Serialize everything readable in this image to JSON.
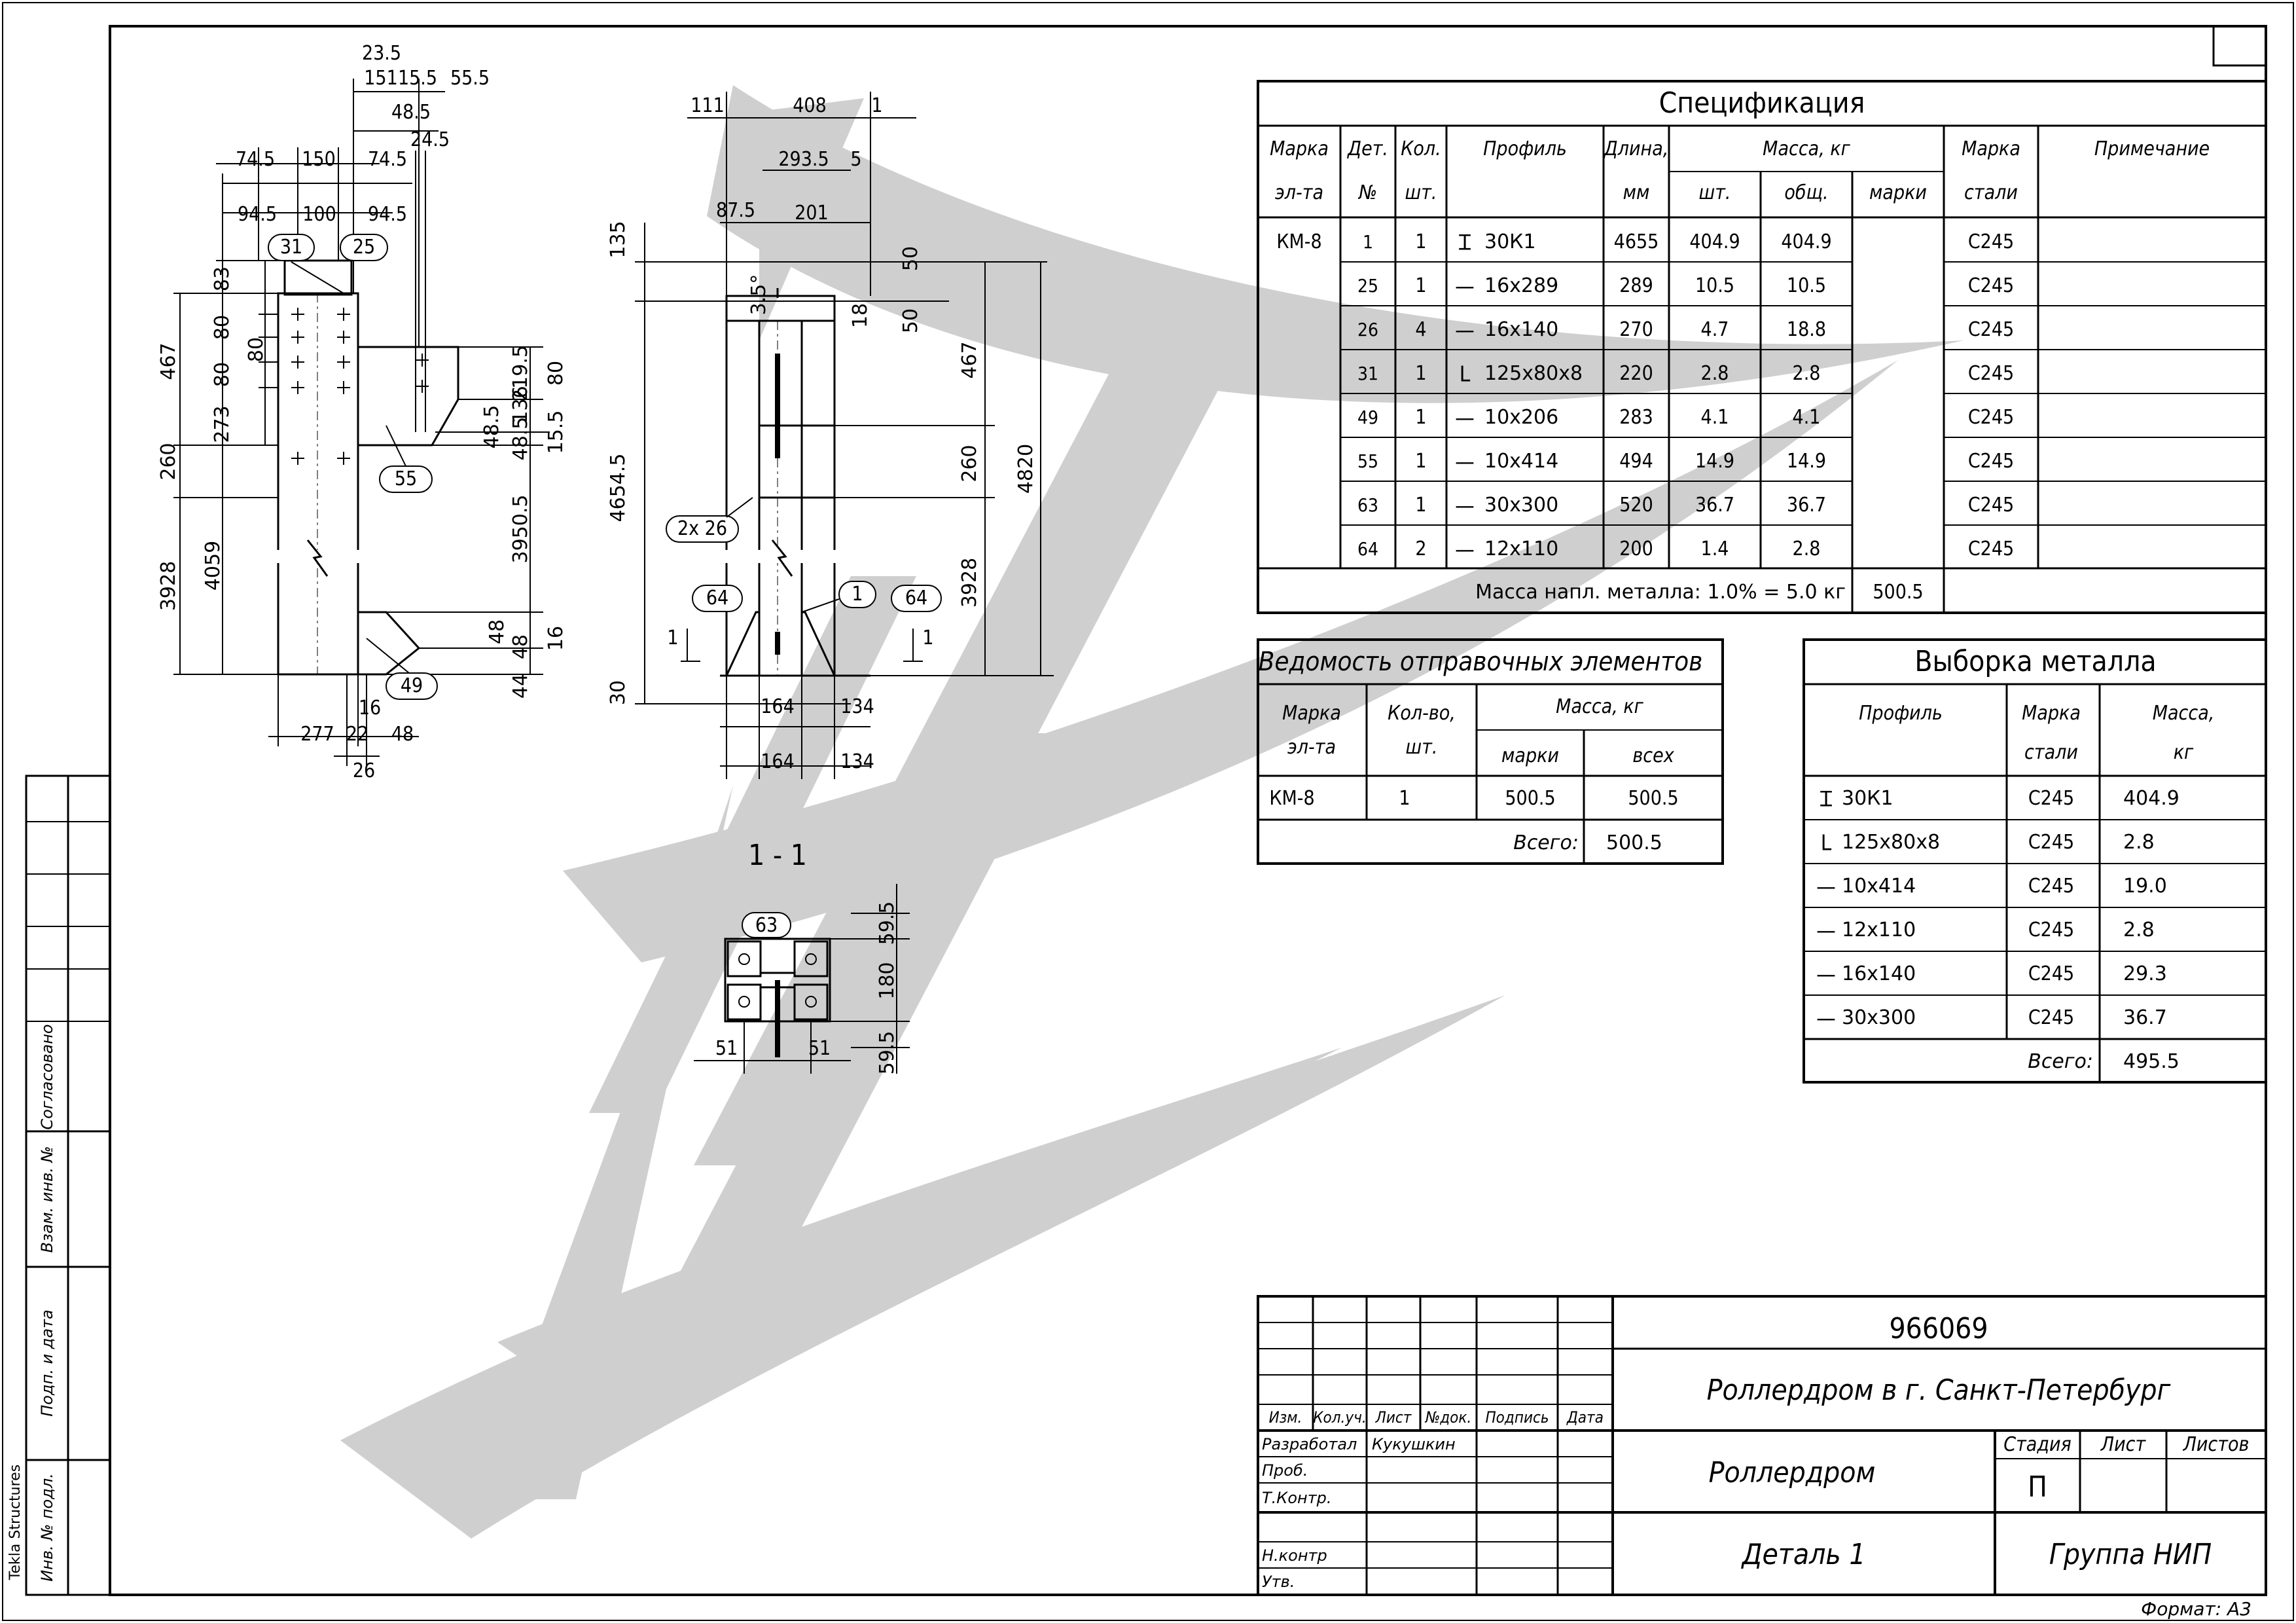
{
  "spec": {
    "title": "Спецификация",
    "headers": {
      "mark1": "Марка",
      "mark2": "эл-та",
      "det1": "Дет.",
      "det2": "№",
      "qty1": "Кол.",
      "qty2": "шт.",
      "profile": "Профиль",
      "length1": "Длина,",
      "length2": "мм",
      "mass": "Масса, кг",
      "mass_pc": "шт.",
      "mass_total": "общ.",
      "mass_mark": "марки",
      "steel1": "Марка",
      "steel2": "стали",
      "note": "Примечание"
    },
    "mark": "КМ-8",
    "rows": [
      {
        "det": "1",
        "qty": "1",
        "sym": "Ɪ",
        "profile": "30К1",
        "length": "4655",
        "pc": "404.9",
        "total": "404.9",
        "steel": "С245"
      },
      {
        "det": "25",
        "qty": "1",
        "sym": "—",
        "profile": "16x289",
        "length": "289",
        "pc": "10.5",
        "total": "10.5",
        "steel": "С245"
      },
      {
        "det": "26",
        "qty": "4",
        "sym": "—",
        "profile": "16x140",
        "length": "270",
        "pc": "4.7",
        "total": "18.8",
        "steel": "С245"
      },
      {
        "det": "31",
        "qty": "1",
        "sym": "L",
        "profile": "125x80x8",
        "length": "220",
        "pc": "2.8",
        "total": "2.8",
        "steel": "С245"
      },
      {
        "det": "49",
        "qty": "1",
        "sym": "—",
        "profile": "10x206",
        "length": "283",
        "pc": "4.1",
        "total": "4.1",
        "steel": "С245"
      },
      {
        "det": "55",
        "qty": "1",
        "sym": "—",
        "profile": "10x414",
        "length": "494",
        "pc": "14.9",
        "total": "14.9",
        "steel": "С245"
      },
      {
        "det": "63",
        "qty": "1",
        "sym": "—",
        "profile": "30x300",
        "length": "520",
        "pc": "36.7",
        "total": "36.7",
        "steel": "С245"
      },
      {
        "det": "64",
        "qty": "2",
        "sym": "—",
        "profile": "12x110",
        "length": "200",
        "pc": "1.4",
        "total": "2.8",
        "steel": "С245"
      }
    ],
    "weld_label": "Масса напл. металла: 1.0% = 5.0 кг",
    "mark_total": "500.5"
  },
  "shipping": {
    "title": "Ведомость отправочных элементов",
    "h_mark1": "Марка",
    "h_mark2": "эл-та",
    "h_qty1": "Кол-во,",
    "h_qty2": "шт.",
    "h_mass": "Масса, кг",
    "h_one": "марки",
    "h_all": "всех",
    "row": {
      "mark": "КМ-8",
      "qty": "1",
      "one": "500.5",
      "all": "500.5"
    },
    "total_label": "Всего:",
    "total": "500.5"
  },
  "metal": {
    "title": "Выборка металла",
    "h_profile": "Профиль",
    "h_steel1": "Марка",
    "h_steel2": "стали",
    "h_mass1": "Масса,",
    "h_mass2": "кг",
    "rows": [
      {
        "sym": "Ɪ",
        "profile": "30К1",
        "steel": "С245",
        "mass": "404.9"
      },
      {
        "sym": "L",
        "profile": "125x80x8",
        "steel": "С245",
        "mass": "2.8"
      },
      {
        "sym": "—",
        "profile": "10x414",
        "steel": "С245",
        "mass": "19.0"
      },
      {
        "sym": "—",
        "profile": "12x110",
        "steel": "С245",
        "mass": "2.8"
      },
      {
        "sym": "—",
        "profile": "16x140",
        "steel": "С245",
        "mass": "29.3"
      },
      {
        "sym": "—",
        "profile": "30x300",
        "steel": "С245",
        "mass": "36.7"
      }
    ],
    "total_label": "Всего:",
    "total": "495.5"
  },
  "titleblock": {
    "code": "966069",
    "project": "Роллердром в г. Санкт-Петербург",
    "object": "Роллердром",
    "sheet_name": "Деталь 1",
    "org": "Группа НИП",
    "stage_label": "Стадия",
    "sheet_label": "Лист",
    "sheets_label": "Листов",
    "stage": "П",
    "cols": [
      "Изм.",
      "Кол.уч.",
      "Лист",
      "№док.",
      "Подпись",
      "Дата"
    ],
    "roles": [
      "Разработал",
      "Проб.",
      "Т.Контр.",
      "",
      "Н.контр",
      "Утв."
    ],
    "developer": "Кукушкин",
    "format": "Формат: А3"
  },
  "side": {
    "agreed": "Согласовано",
    "inv_swap": "Взам. инв. №",
    "sign_date": "Подп. и дата",
    "inv_orig": "Инв. № подл.",
    "software": "Tekla Structures"
  },
  "section_label": "1 - 1",
  "left_view": {
    "top_dims": [
      "23.5",
      "151",
      "15.5",
      "55.5",
      "48.5",
      "24.5",
      "74.5",
      "150",
      "74.5",
      "94.5",
      "100",
      "94.5"
    ],
    "callouts": [
      "31",
      "25",
      "55",
      "49"
    ],
    "left_dims": [
      "83",
      "467",
      "80",
      "80",
      "80",
      "273",
      "260",
      "3928",
      "4059"
    ],
    "right_dims": [
      "219.5",
      "80",
      "48.5",
      "136",
      "48.5",
      "15.5",
      "3950.5",
      "48",
      "48",
      "16",
      "44"
    ],
    "bottom_dims": [
      "16",
      "277",
      "22",
      "48",
      "26"
    ]
  },
  "mid_view": {
    "top_dims": [
      "111",
      "408",
      "1",
      "293.5",
      "5",
      "87.5",
      "201",
      "135",
      "3.5°",
      "50",
      "18",
      "50"
    ],
    "callouts": [
      "2x 26",
      "64",
      "1",
      "64"
    ],
    "section_marks": [
      "1",
      "1"
    ],
    "left_dims": [
      "4654.5",
      "30"
    ],
    "right_dims": [
      "467",
      "260",
      "3928",
      "4820"
    ],
    "bottom_dims": [
      "164",
      "134",
      "164",
      "134"
    ]
  },
  "sec_view": {
    "callout": "63",
    "dims": [
      "59.5",
      "180",
      "59.5",
      "51",
      "51"
    ]
  }
}
